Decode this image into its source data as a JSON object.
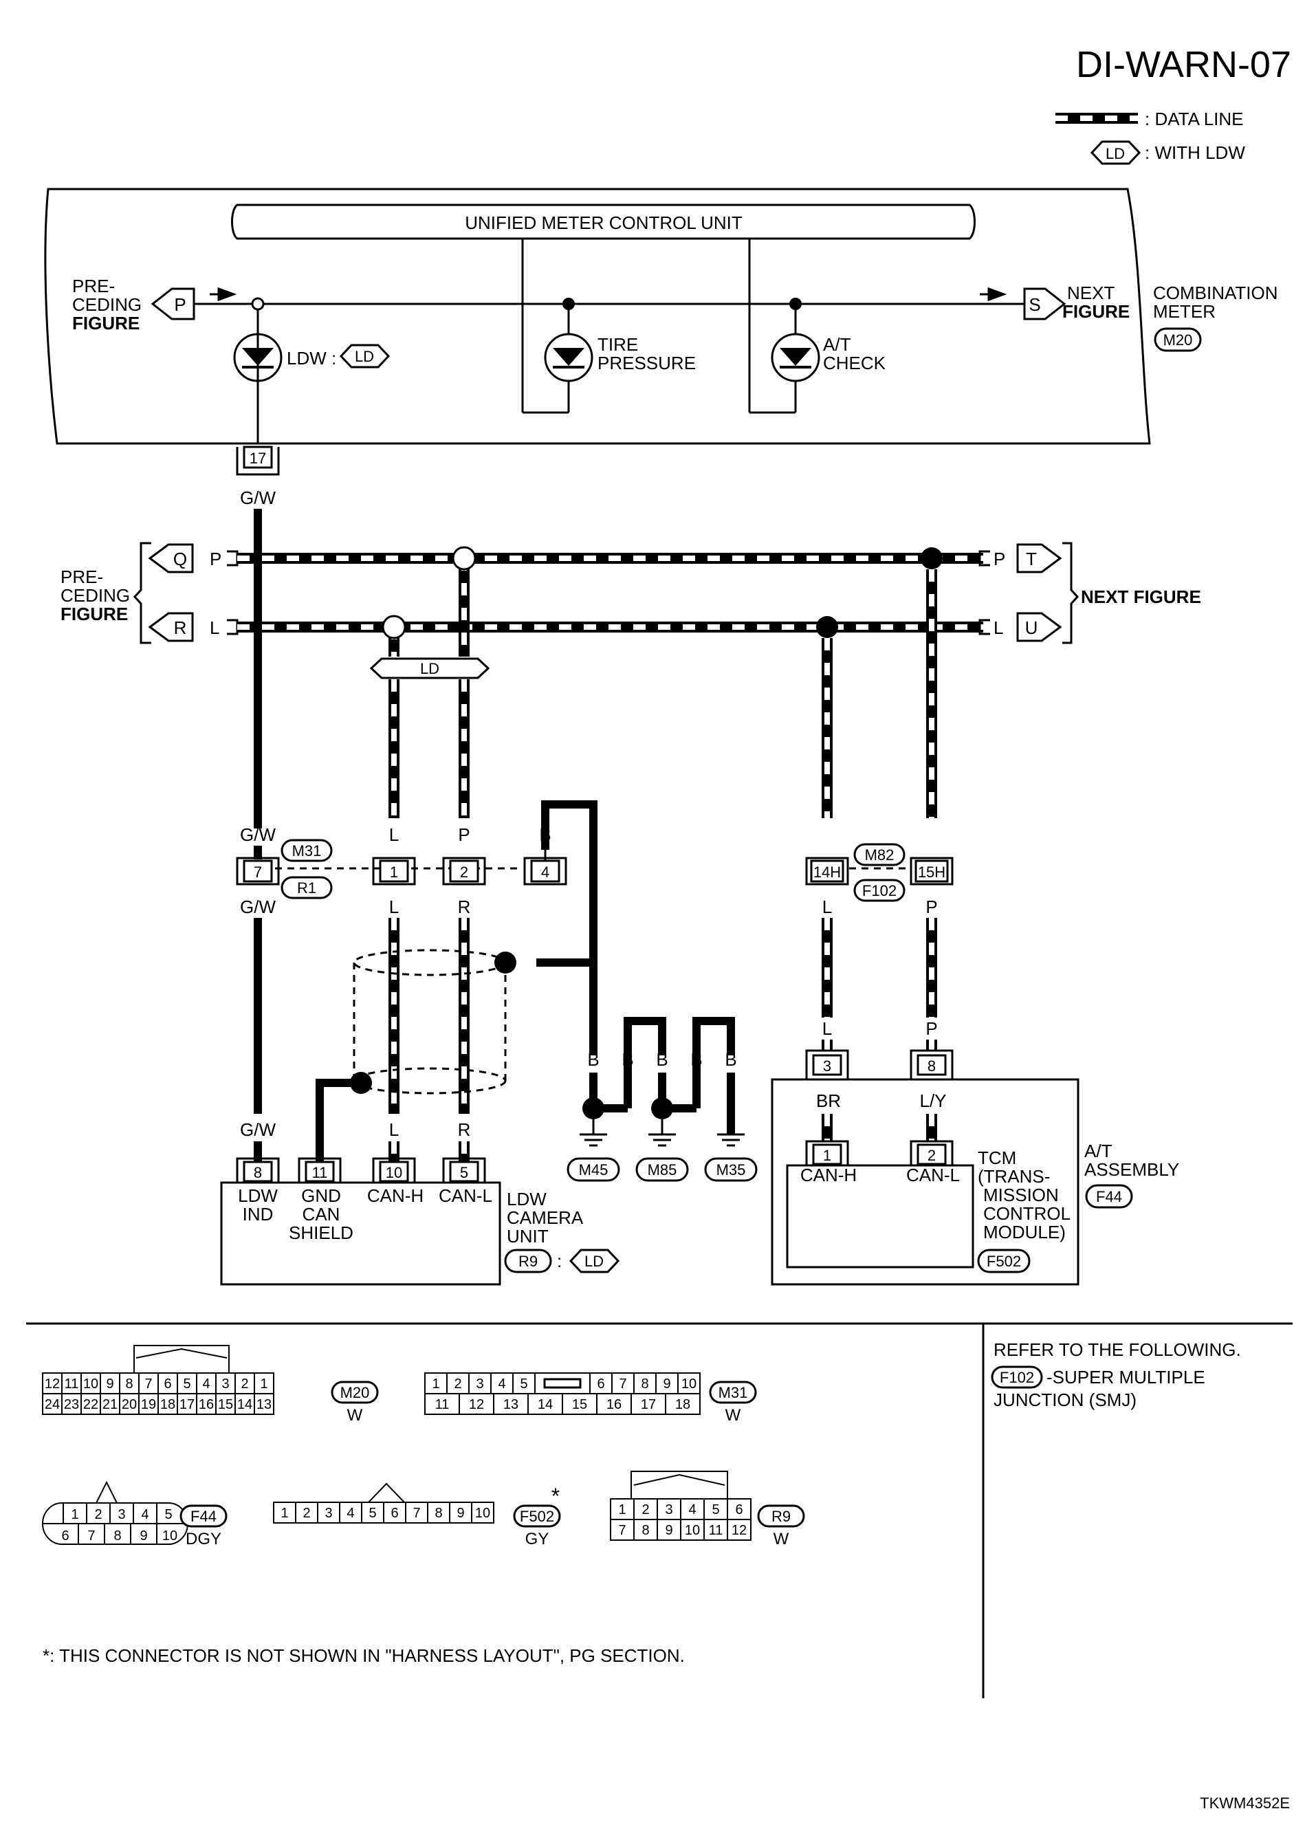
{
  "header": {
    "page_code": "DI-WARN-07"
  },
  "legend": {
    "data_line": ": DATA LINE",
    "with_ldw": ": WITH LDW",
    "ld_tag": "LD"
  },
  "meter": {
    "unit_title": "UNIFIED METER CONTROL UNIT",
    "preceding_line1": "PRE-",
    "preceding_line2": "CEDING",
    "preceding_line3": "FIGURE",
    "next_line1": "NEXT",
    "next_line2": "FIGURE",
    "conn_p": "P",
    "conn_s": "S",
    "ldw_label": "LDW :",
    "tire_line1": "TIRE",
    "tire_line2": "PRESSURE",
    "at_line1": "A/T",
    "at_line2": "CHECK",
    "comb_line1": "COMBINATION",
    "comb_line2": "METER",
    "comb_conn": "M20",
    "pin17": "17"
  },
  "wires": {
    "gw": "G/W",
    "l": "L",
    "p": "P",
    "b": "B",
    "r": "R",
    "br": "BR",
    "ly": "L/Y"
  },
  "bus": {
    "prec_line1": "PRE-",
    "prec_line2": "CEDING",
    "prec_line3": "FIGURE",
    "conn_q": "Q",
    "conn_r": "R",
    "conn_t": "T",
    "conn_u": "U",
    "next_figure": "NEXT FIGURE",
    "ld_tag": "LD"
  },
  "junction": {
    "m31": "M31",
    "r1": "R1",
    "pin7": "7",
    "pin1": "1",
    "pin2": "2",
    "pin4": "4",
    "m82": "M82",
    "f102": "F102",
    "pin14h": "14H",
    "pin15h": "15H"
  },
  "grounds": {
    "g1": "M45",
    "g2": "M85",
    "g3": "M35"
  },
  "camera": {
    "pin8": "8",
    "pin11": "11",
    "pin10": "10",
    "pin5": "5",
    "ldw_ind_1": "LDW",
    "ldw_ind_2": "IND",
    "gnd_1": "GND",
    "gnd_2": "CAN",
    "gnd_3": "SHIELD",
    "canh": "CAN-H",
    "canl": "CAN-L",
    "name_1": "LDW",
    "name_2": "CAMERA",
    "name_3": "UNIT",
    "conn": "R9",
    "colon": ":"
  },
  "tcm": {
    "pin3": "3",
    "pin8": "8",
    "pin1": "1",
    "pin2": "2",
    "canh": "CAN-H",
    "canl": "CAN-L",
    "tcm_1": "TCM",
    "tcm_2": "(TRANS-",
    "tcm_3": "MISSION",
    "tcm_4": "CONTROL",
    "tcm_5": "MODULE)",
    "tcm_conn": "F502",
    "at_1": "A/T",
    "at_2": "ASSEMBLY",
    "at_conn": "F44"
  },
  "refer": {
    "line1": "REFER TO THE FOLLOWING.",
    "conn": "F102",
    "line2": "-SUPER MULTIPLE",
    "line3": "JUNCTION (SMJ)"
  },
  "connectors": {
    "m20": {
      "name": "M20",
      "color": "W",
      "top": [
        "12",
        "11",
        "10",
        "9",
        "8",
        "7",
        "6",
        "5",
        "4",
        "3",
        "2",
        "1"
      ],
      "bottom": [
        "24",
        "23",
        "22",
        "21",
        "20",
        "19",
        "18",
        "17",
        "16",
        "15",
        "14",
        "13"
      ]
    },
    "m31": {
      "name": "M31",
      "color": "W",
      "top_left": [
        "1",
        "2",
        "3",
        "4",
        "5"
      ],
      "top_right": [
        "6",
        "7",
        "8",
        "9",
        "10"
      ],
      "bottom": [
        "11",
        "12",
        "13",
        "14",
        "15",
        "16",
        "17",
        "18"
      ]
    },
    "f44": {
      "name": "F44",
      "color": "DGY",
      "top": [
        "1",
        "2",
        "3",
        "4",
        "5"
      ],
      "bottom": [
        "6",
        "7",
        "8",
        "9",
        "10"
      ]
    },
    "f502": {
      "name": "F502",
      "color": "GY",
      "mark": "*",
      "pins": [
        "1",
        "2",
        "3",
        "4",
        "5",
        "6",
        "7",
        "8",
        "9",
        "10"
      ]
    },
    "r9": {
      "name": "R9",
      "color": "W",
      "top": [
        "1",
        "2",
        "3",
        "4",
        "5",
        "6"
      ],
      "bottom": [
        "7",
        "8",
        "9",
        "10",
        "11",
        "12"
      ]
    }
  },
  "footnote": "*: THIS CONNECTOR IS NOT SHOWN IN \"HARNESS LAYOUT\", PG SECTION.",
  "ref_code": "TKWM4352E"
}
